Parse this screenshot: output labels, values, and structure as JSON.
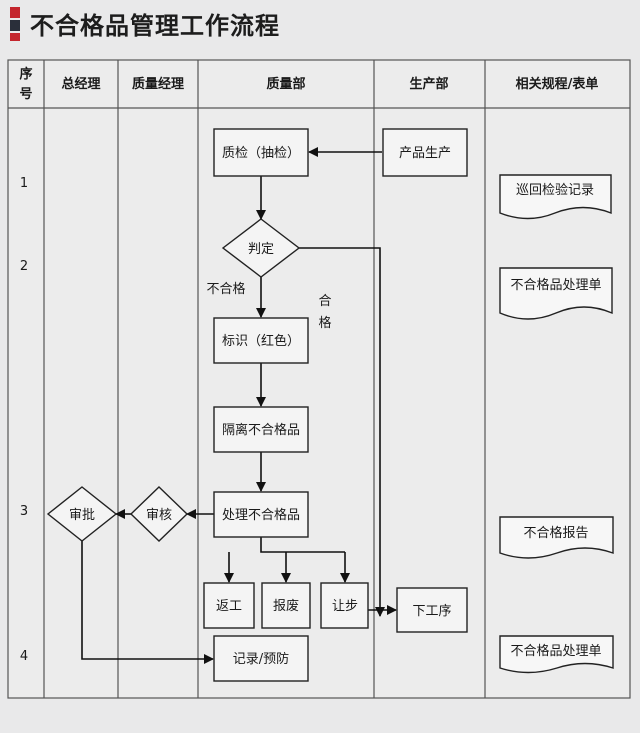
{
  "title": "不合格品管理工作流程",
  "columns": {
    "seq_top": "序",
    "seq_bottom": "号",
    "gm": "总经理",
    "qm": "质量经理",
    "qd": "质量部",
    "pd": "生产部",
    "forms": "相关规程/表单"
  },
  "rows": [
    "1",
    "2",
    "3",
    "4"
  ],
  "nodes": {
    "inspect": "质检（抽检）",
    "produce": "产品生产",
    "judge": "判定",
    "mark": "标识（红色）",
    "isolate": "隔离不合格品",
    "handle": "处理不合格品",
    "review": "审核",
    "approve": "审批",
    "rework": "返工",
    "scrap": "报废",
    "concession": "让步",
    "next": "下工序",
    "record": "记录/预防"
  },
  "edge_labels": {
    "fail": "不合格",
    "pass_1": "合",
    "pass_2": "格"
  },
  "documents": {
    "patrol": "巡回检验记录",
    "ncr_form_1": "不合格品处理单",
    "ncr_report": "不合格报告",
    "ncr_form_2": "不合格品处理单"
  }
}
